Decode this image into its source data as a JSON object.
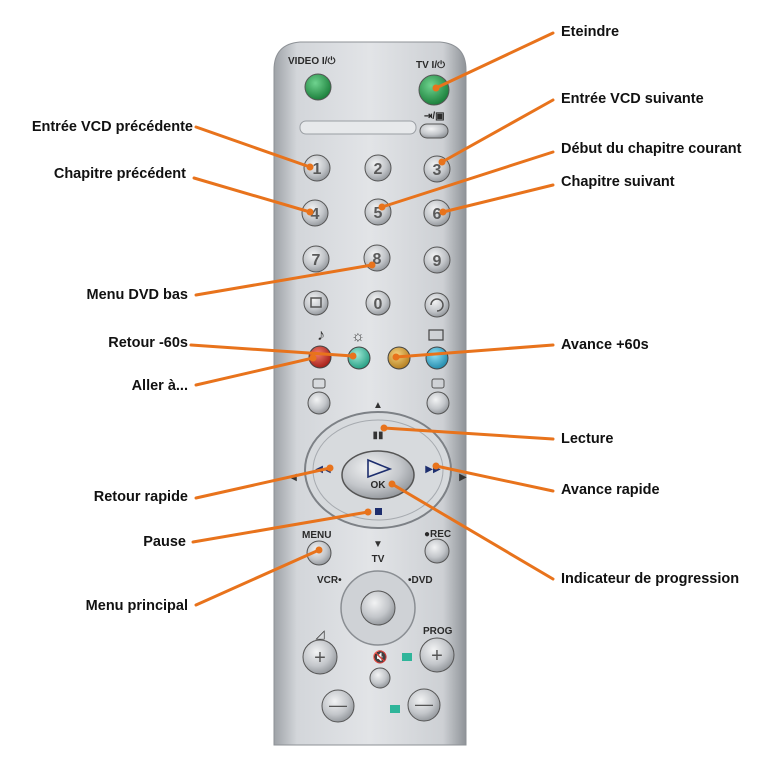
{
  "remote": {
    "top_left_label": "VIDEO I/⏻",
    "top_right_label": "TV I/⏻",
    "digits": [
      "1",
      "2",
      "3",
      "4",
      "5",
      "6",
      "7",
      "8",
      "9",
      "0"
    ],
    "menu_label": "MENU",
    "rec_label": "●REC",
    "tv_label": "TV",
    "vcr_label": "VCR•",
    "dvd_label": "•DVD",
    "prog_label": "PROG",
    "ok_label": "OK"
  },
  "colors": {
    "leader": "#e8731c",
    "green_button": "#1f9a4a",
    "red_button": "#c8281e",
    "teal_button": "#2fb59a",
    "yellow_button": "#d6a23a",
    "blue_button": "#2aa6c8",
    "remote_body": "#c9ccd0"
  },
  "labels": {
    "eteindre": "Eteindre",
    "entree_vcd_precedente": "Entrée VCD précédente",
    "entree_vcd_suivante": "Entrée VCD suivante",
    "debut_chapitre": "Début du chapitre courant",
    "chapitre_precedent": "Chapitre précédent",
    "chapitre_suivant": "Chapitre suivant",
    "menu_dvd_bas": "Menu DVD bas",
    "retour_60": "Retour -60s",
    "avance_60": "Avance +60s",
    "aller_a": "Aller à...",
    "lecture": "Lecture",
    "retour_rapide": "Retour rapide",
    "avance_rapide": "Avance rapide",
    "pause": "Pause",
    "indicateur": "Indicateur de progression",
    "menu_principal": "Menu principal"
  }
}
